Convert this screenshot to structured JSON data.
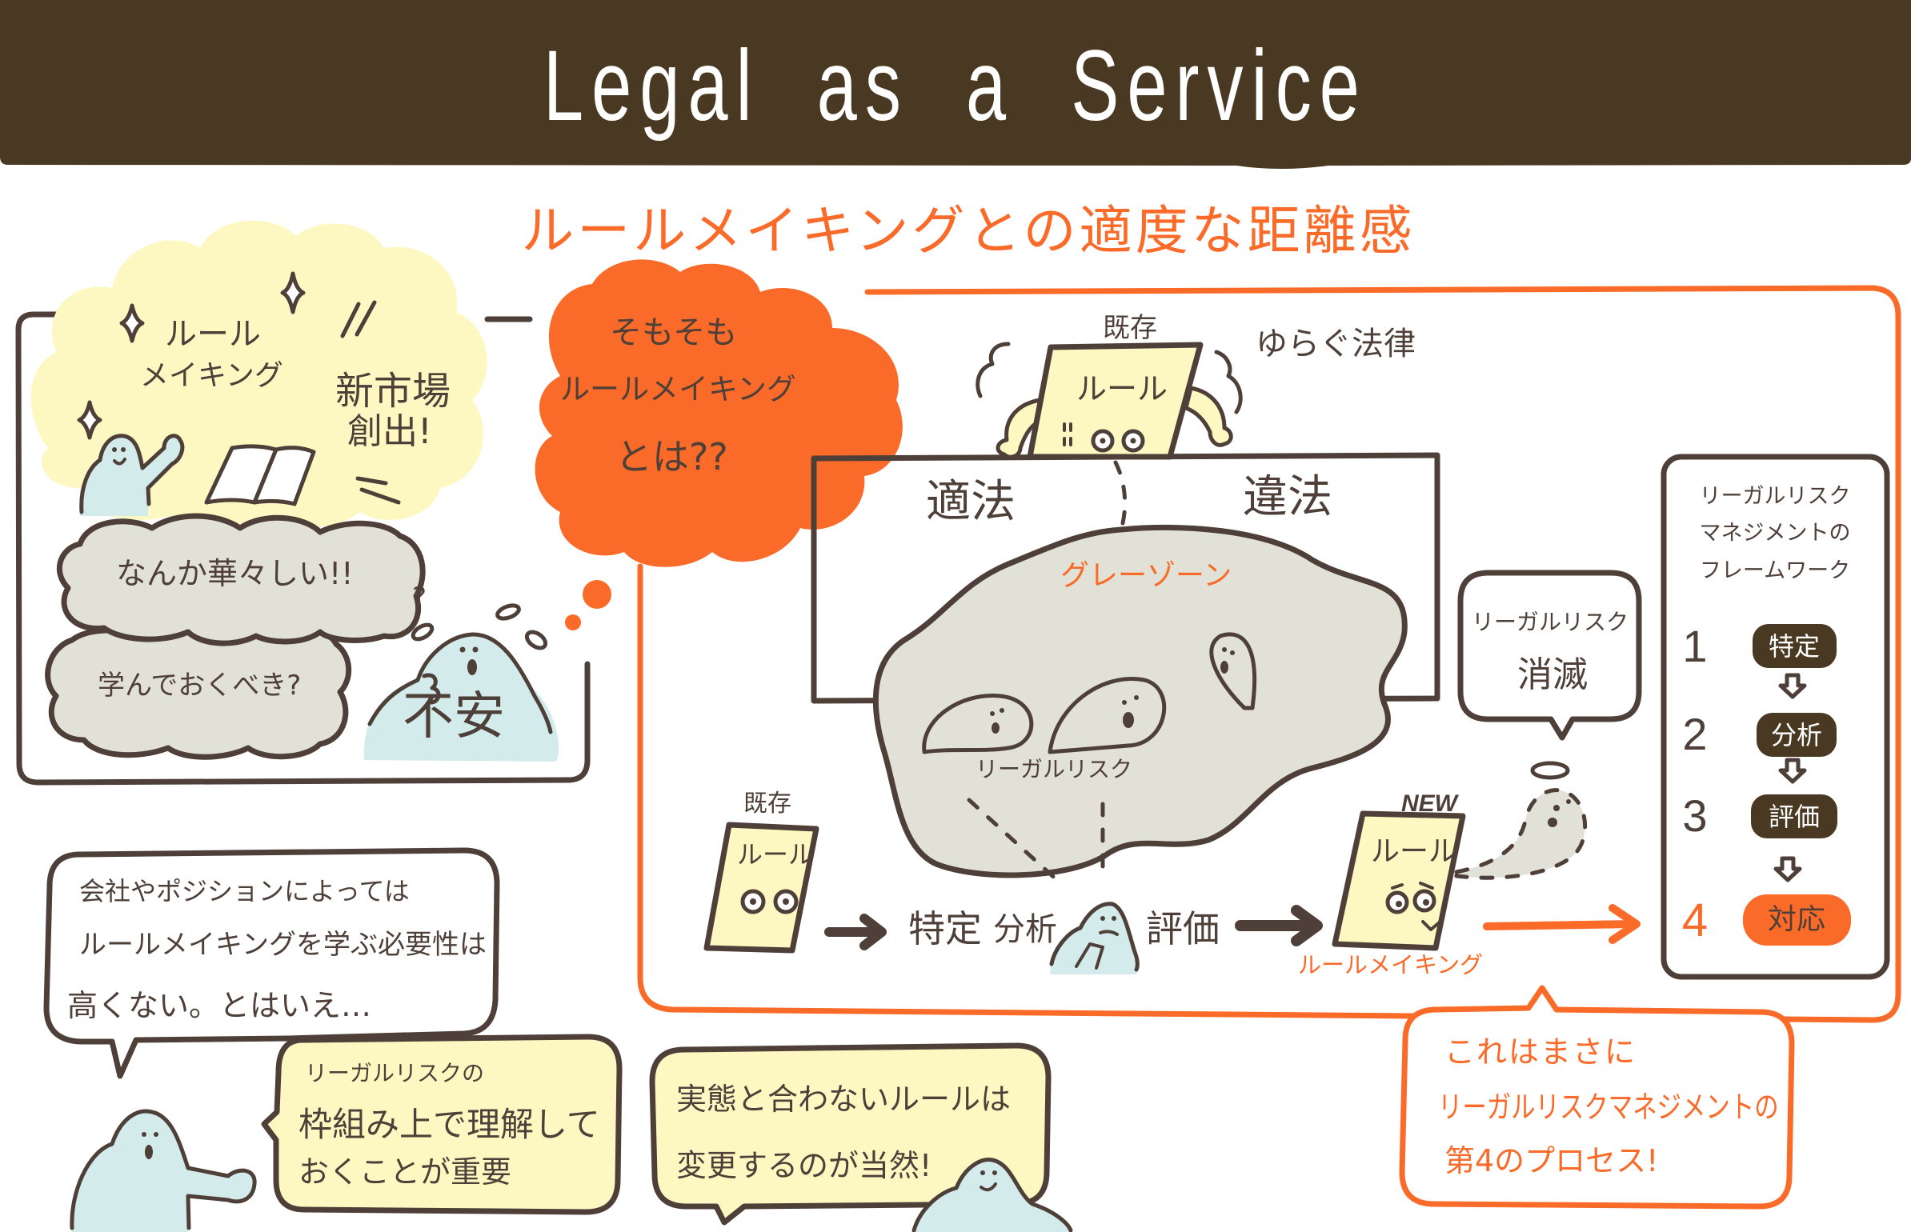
{
  "header": {
    "title": "Legal as a Service"
  },
  "subtitle": "ルールメイキングとの適度な距離感",
  "left_panel": {
    "hype_cloud": {
      "lines": [
        "ルール",
        "メイキング"
      ],
      "exclaim_lines": [
        "新市場",
        "創出!"
      ]
    },
    "worry_clouds": [
      "なんか華々しい!!",
      "学んでおくべき?"
    ],
    "question_mark": "?",
    "anxiety_label": "不安"
  },
  "question_cloud": {
    "lines": [
      "そもそも",
      "ルールメイキング",
      "とは??"
    ]
  },
  "diagram": {
    "existing_rule_top": {
      "label": "既存",
      "card_text": "ルール"
    },
    "shaking_law": "ゆらぐ法律",
    "legal": "適法",
    "illegal": "違法",
    "gray_zone": "グレーゾーン",
    "legal_risk": "リーガルリスク",
    "existing_rule_bottom": {
      "label": "既存",
      "card_text": "ルール"
    },
    "process_steps": [
      "特定",
      "分析",
      "評価"
    ],
    "new_rule": {
      "label": "NEW",
      "card_text": "ルール",
      "caption": "ルールメイキング"
    },
    "risk_gone_bubble": [
      "リーガルリスク",
      "消滅"
    ]
  },
  "framework": {
    "title_lines": [
      "リーガルリスク",
      "マネジメントの",
      "フレームワーク"
    ],
    "steps": [
      {
        "num": "1",
        "label": "特定",
        "highlight": false
      },
      {
        "num": "2",
        "label": "分析",
        "highlight": false
      },
      {
        "num": "3",
        "label": "評価",
        "highlight": false
      },
      {
        "num": "4",
        "label": "対応",
        "highlight": true
      }
    ]
  },
  "callout": {
    "lines": [
      "これはまさに",
      "リーガルリスクマネジメントの",
      "第4のプロセス!"
    ]
  },
  "bottom": {
    "speech1": [
      "会社やポジションによっては",
      "ルールメイキングを学ぶ必要性は",
      "高くない。とはいえ…"
    ],
    "speech2": [
      "リーガルリスクの",
      "枠組み上で理解して",
      "おくことが重要"
    ],
    "speech3": [
      "実態と合わないルールは",
      "変更するのが当然!"
    ]
  },
  "colors": {
    "header_bg": "#493822",
    "accent_orange": "#fa6a28",
    "line_brown": "#4e4039",
    "yellow_fill": "#fdf8c2",
    "gray_fill": "#e2e1d7",
    "blue_fill": "#d3ebeb"
  }
}
